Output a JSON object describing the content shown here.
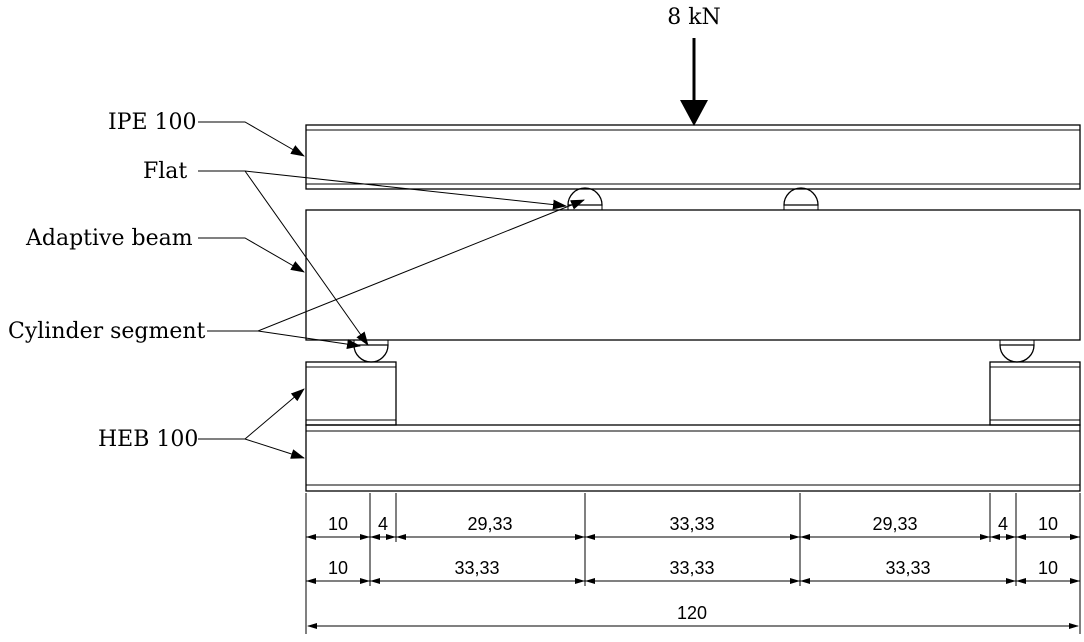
{
  "load_label": "8 kN",
  "labels": {
    "ipe": "IPE 100",
    "flat": "Flat",
    "adaptive": "Adaptive beam",
    "cylinder": "Cylinder segment",
    "heb": "HEB 100"
  },
  "dims_row1": [
    "10",
    "4",
    "29,33",
    "33,33",
    "29,33",
    "4",
    "10"
  ],
  "dims_row2": [
    "10",
    "33,33",
    "33,33",
    "33,33",
    "10"
  ],
  "dims_total": "120"
}
